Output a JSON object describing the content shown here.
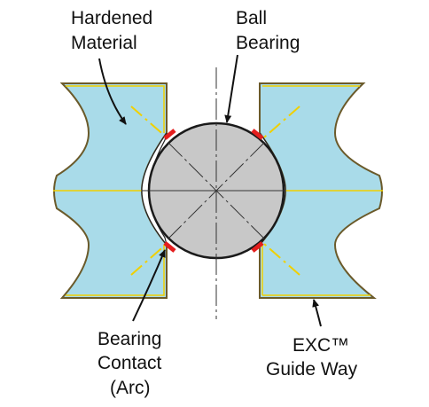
{
  "labels": {
    "hardened_line1": "Hardened",
    "hardened_line2": "Material",
    "ball_line1": "Ball",
    "ball_line2": "Bearing",
    "contact_line1": "Bearing",
    "contact_line2": "Contact",
    "contact_line3": "(Arc)",
    "guide_line1": "EXC™",
    "guide_line2": "Guide Way"
  },
  "colors": {
    "guide_fill": "#a9dbe9",
    "guide_outline": "#6b5a2a",
    "yellow_hatch": "#f0d000",
    "ball_fill": "#c8c8c8",
    "contact_red": "#e41e1e"
  }
}
